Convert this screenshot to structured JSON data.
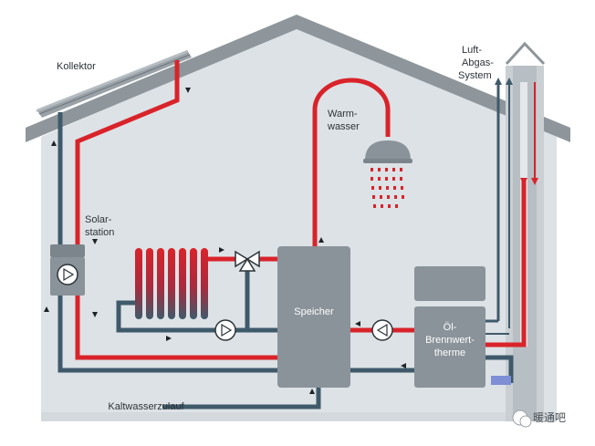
{
  "labels": {
    "kollektor": "Kollektor",
    "solarstation_1": "Solar-",
    "solarstation_2": "station",
    "warmwasser_1": "Warm-",
    "warmwasser_2": "wasser",
    "speicher": "Speicher",
    "brenn_1": "Öl-",
    "brenn_2": "Brennwert-",
    "brenn_3": "therme",
    "luft_1": "Luft-",
    "luft_2": "Abgas-",
    "luft_3": "System",
    "kaltwasser": "Kaltwasserzulauf"
  },
  "watermark": {
    "text": "暖通吧"
  },
  "colors": {
    "hot": "#d9232a",
    "cold": "#3f5a6a",
    "house": "#dde2e6",
    "roof": "#8e969c",
    "unit": "#8a9399",
    "unit_dark": "#7b858b",
    "flue": "#c9cfd3"
  }
}
